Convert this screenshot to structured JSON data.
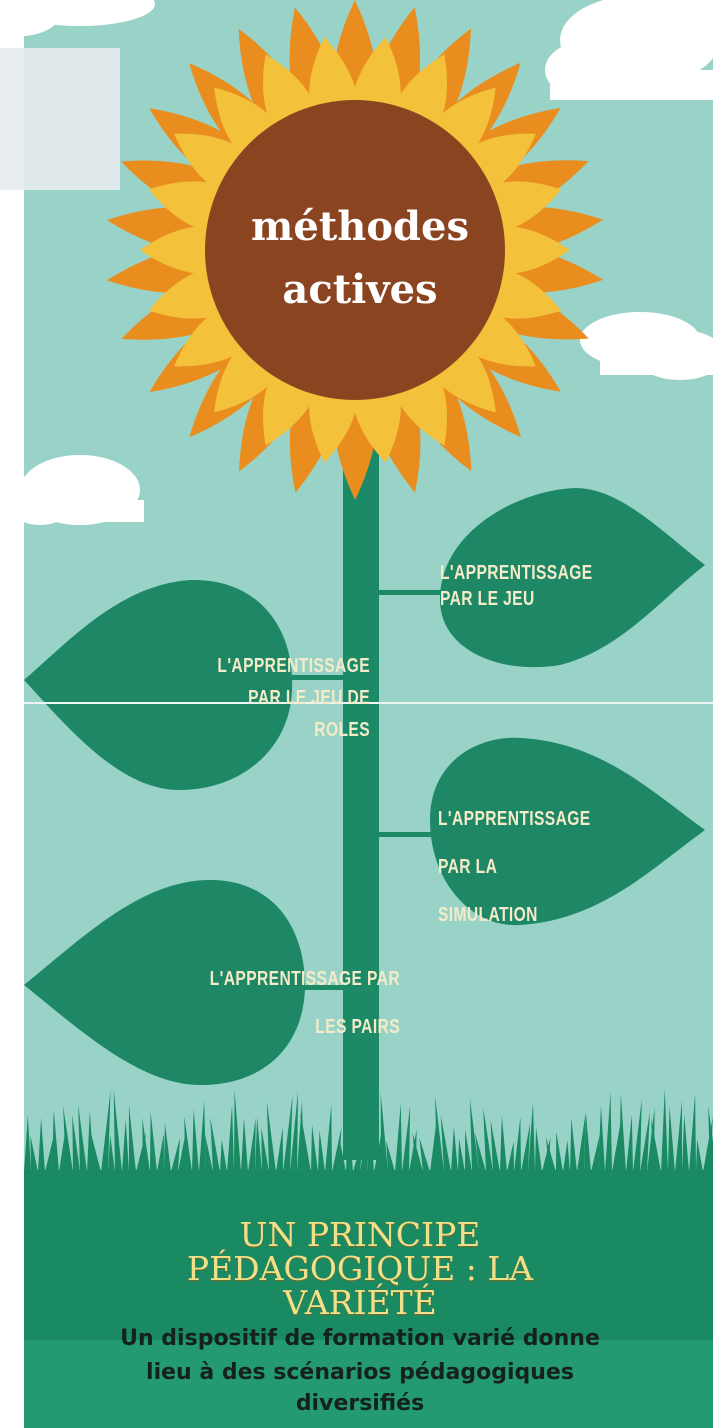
{
  "flower": {
    "title_line1": "méthodes",
    "title_line2": "actives"
  },
  "leaves": [
    {
      "line1": "L'APPRENTISSAGE",
      "line2": "PAR LE JEU",
      "line3": ""
    },
    {
      "line1": "L'APPRENTISSAGE",
      "line2": "PAR LE JEU DE",
      "line3": "ROLES"
    },
    {
      "line1": "L'APPRENTISSAGE",
      "line2": "PAR LA",
      "line3": "SIMULATION"
    },
    {
      "line1": "L'APPRENTISSAGE PAR",
      "line2": "LES PAIRS",
      "line3": ""
    }
  ],
  "principle": {
    "line1": "UN PRINCIPE",
    "line2": "PÉDAGOGIQUE : LA",
    "line3": "VARIÉTÉ"
  },
  "description": {
    "line1": "Un dispositif de formation varié donne",
    "line2": "lieu à des scénarios pédagogiques",
    "line3": "diversifiés"
  },
  "colors": {
    "sky": "#99d3c8",
    "stem": "#1d8a67",
    "leaf": "#1d8766",
    "petal_outer": "#e98e1e",
    "petal_inner": "#f3c13a",
    "center": "#8b4420",
    "grass": "#1a8a63",
    "principle_text": "#f0e08a"
  }
}
